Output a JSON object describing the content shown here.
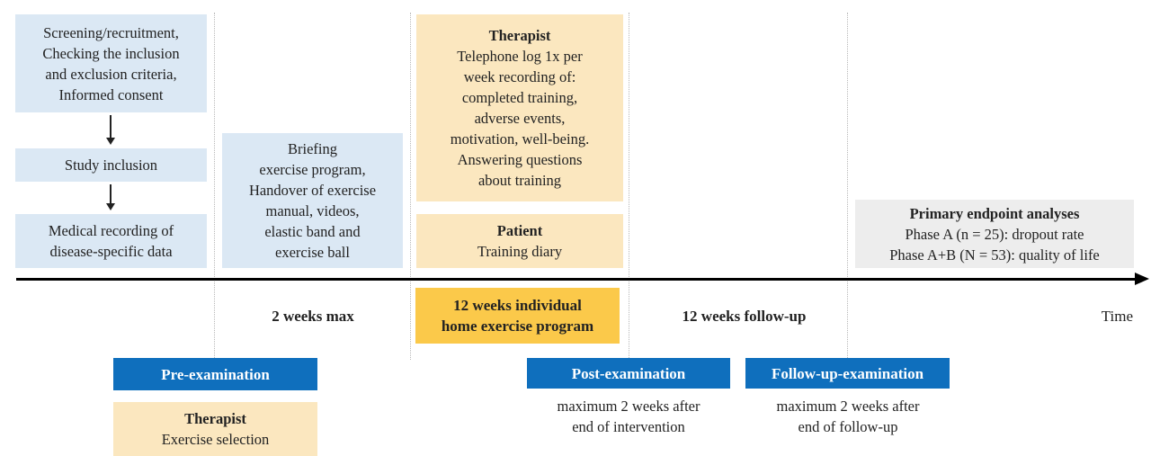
{
  "screening": [
    "Screening/recruitment,",
    "Checking the inclusion",
    "and exclusion criteria,",
    "Informed consent"
  ],
  "study_inclusion": "Study inclusion",
  "medical": [
    "Medical recording of",
    "disease-specific data"
  ],
  "briefing": [
    "Briefing",
    "exercise program,",
    "Handover of exercise",
    "manual, videos,",
    "elastic band and",
    "exercise ball"
  ],
  "therapist_log": {
    "title": "Therapist",
    "lines": [
      "Telephone log 1x per",
      "week recording of:",
      "completed training,",
      "adverse events,",
      "motivation, well-being.",
      "Answering questions",
      "about training"
    ]
  },
  "patient": {
    "title": "Patient",
    "text": "Training diary"
  },
  "primary": {
    "title": "Primary endpoint analyses",
    "lines": [
      "Phase A (n = 25): dropout rate",
      "Phase A+B (N = 53): quality of life"
    ]
  },
  "timeline": {
    "two_weeks": "2 weeks max",
    "program": [
      "12 weeks individual",
      "home exercise program"
    ],
    "followup": "12 weeks follow-up",
    "time": "Time"
  },
  "exams": {
    "pre": "Pre-examination",
    "post": "Post-examination",
    "follow": "Follow-up-examination"
  },
  "therapist_selection": {
    "title": "Therapist",
    "text": "Exercise selection"
  },
  "post_note": [
    "maximum 2 weeks after",
    "end of intervention"
  ],
  "follow_note": [
    "maximum 2 weeks after",
    "end of follow-up"
  ],
  "colors": {
    "blue_box": "#dbe8f4",
    "yellow_box": "#fbe7bf",
    "orange_box": "#fbc94a",
    "exam_blue": "#0f6fbd",
    "gray_box": "#ededed"
  }
}
